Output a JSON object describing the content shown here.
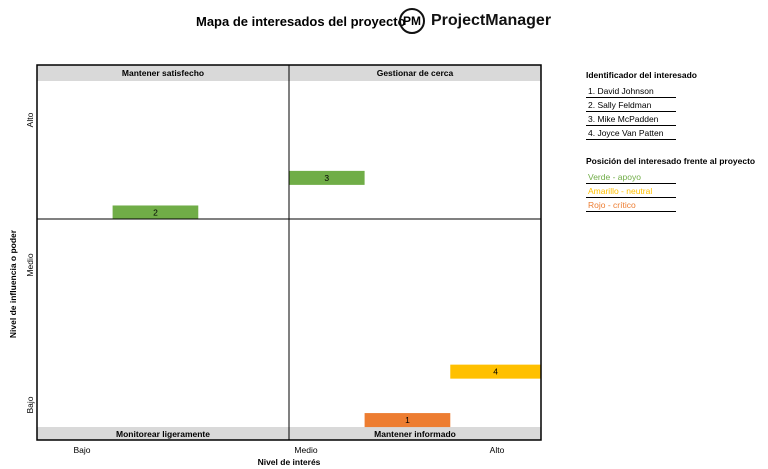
{
  "header": {
    "title": "Mapa de interesados del proyecto",
    "logo_mark": "PM",
    "logo_text": "ProjectManager"
  },
  "legend": {
    "stakeholders_title": "Identificador del interesado",
    "stakeholders": [
      "1. David Johnson",
      "2. Sally Feldman",
      "3. Mike McPadden",
      "4. Joyce Van Patten"
    ],
    "position_title": "Posición del interesado frente al proyecto",
    "positions": [
      {
        "label": "Verde - apoyo",
        "color": "#70ad47"
      },
      {
        "label": "Amarillo - neutral",
        "color": "#ffc000"
      },
      {
        "label": "Rojo - crítico",
        "color": "#ed7d31"
      }
    ]
  },
  "chart_data": {
    "type": "bar",
    "quadrants": {
      "top_left": "Mantener satisfecho",
      "top_right": "Gestionar de cerca",
      "bottom_left": "Monitorear ligeramente",
      "bottom_right": "Mantener informado"
    },
    "xlabel": "Nivel de interés",
    "ylabel": "Nivel de influencia o poder",
    "xticks": [
      "Bajo",
      "Medio",
      "Alto"
    ],
    "yticks": [
      "Bajo",
      "Medio",
      "Alto"
    ],
    "xlim": [
      0,
      100
    ],
    "ylim": [
      0,
      100
    ],
    "series": [
      {
        "label": "1",
        "x_start": 65,
        "x_end": 82,
        "y": 2,
        "color": "#ed7d31"
      },
      {
        "label": "2",
        "x_start": 15,
        "x_end": 32,
        "y": 62,
        "color": "#70ad47"
      },
      {
        "label": "3",
        "x_start": 50,
        "x_end": 65,
        "y": 72,
        "color": "#70ad47"
      },
      {
        "label": "4",
        "x_start": 82,
        "x_end": 100,
        "y": 16,
        "color": "#ffc000"
      }
    ]
  }
}
